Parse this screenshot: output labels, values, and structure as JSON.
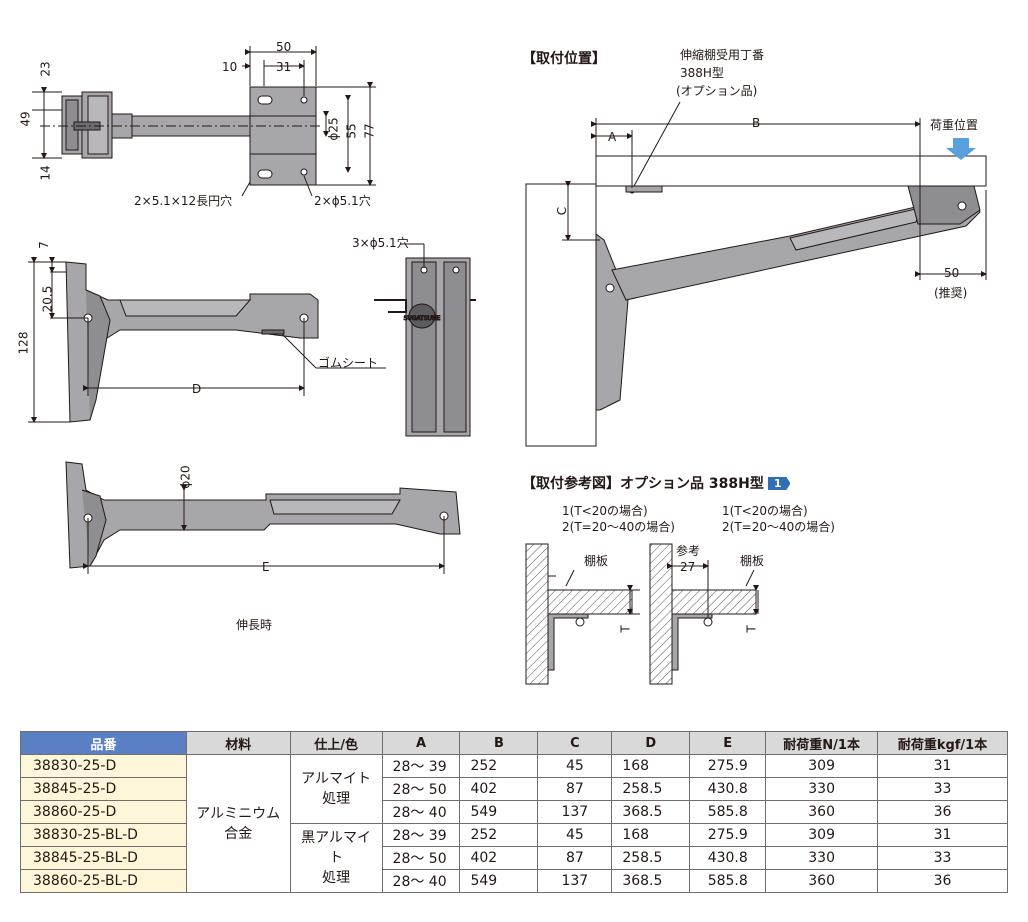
{
  "labels": {
    "mount_position": "【取付位置】",
    "hinge_line1": "伸縮棚受用丁番",
    "hinge_line2": "388H型",
    "hinge_line3": "(オプション品)",
    "load_position": "荷重位置",
    "recommended": "(推奨)",
    "slot_holes": "2×5.1×12長円穴",
    "holes_2": "2×ϕ5.1穴",
    "holes_3": "3×ϕ5.1穴",
    "rubber_sheet": "ゴムシート",
    "extended": "伸長時",
    "ref_title": "【取付参考図】オプション品 388H型",
    "ref_badge": "1",
    "case1_a": "1(T<20の場合)",
    "case2_a": "2(T=20〜40の場合)",
    "case1_b": "1(T<20の場合)",
    "case2_b": "2(T=20〜40の場合)",
    "shelf_a": "棚板",
    "shelf_b": "棚板",
    "reference": "参考",
    "logo": "SUGATSUNE"
  },
  "dims": {
    "d50": "50",
    "d10": "10",
    "d31": "31",
    "d23": "23",
    "d49": "49",
    "d14": "14",
    "d25": "ϕ25",
    "d55": "55",
    "d77": "77",
    "d7": "7",
    "d128": "128",
    "d205": "20.5",
    "D": "D",
    "d20": "ϕ20",
    "E": "E",
    "A": "A",
    "B": "B",
    "C": "C",
    "d50r": "50",
    "T1": "T",
    "T2": "T",
    "d27": "27"
  },
  "table": {
    "headers": [
      "品番",
      "材料",
      "仕上/色",
      "A",
      "B",
      "C",
      "D",
      "E",
      "耐荷重N/1本",
      "耐荷重kgf/1本"
    ],
    "material_line1": "アルミニウム",
    "material_line2": "合金",
    "finish1_line1": "アルマイト",
    "finish1_line2": "処理",
    "finish2_line1": "黒アルマイト",
    "finish2_line2": "処理",
    "rows": [
      {
        "part": "38830-25-D",
        "A": "28〜 39",
        "B": "252",
        "C": "45",
        "D": "168",
        "E": "275.9",
        "N": "309",
        "kgf": "31"
      },
      {
        "part": "38845-25-D",
        "A": "28〜 50",
        "B": "402",
        "C": "87",
        "D": "258.5",
        "E": "430.8",
        "N": "330",
        "kgf": "33"
      },
      {
        "part": "38860-25-D",
        "A": "28〜 40",
        "B": "549",
        "C": "137",
        "D": "368.5",
        "E": "585.8",
        "N": "360",
        "kgf": "36"
      },
      {
        "part": "38830-25-BL-D",
        "A": "28〜 39",
        "B": "252",
        "C": "45",
        "D": "168",
        "E": "275.9",
        "N": "309",
        "kgf": "31"
      },
      {
        "part": "38845-25-BL-D",
        "A": "28〜 50",
        "B": "402",
        "C": "87",
        "D": "258.5",
        "E": "430.8",
        "N": "330",
        "kgf": "33"
      },
      {
        "part": "38860-25-BL-D",
        "A": "28〜 40",
        "B": "549",
        "C": "137",
        "D": "368.5",
        "E": "585.8",
        "N": "360",
        "kgf": "36"
      }
    ]
  },
  "colors": {
    "part_fill": "#a7a6ab",
    "part_dark": "#6e6d72",
    "header_blue": "#5b7fc3",
    "header_gray": "#d9d9d9",
    "part_cell": "#fdf6d8",
    "arrow_blue": "#5aa0dc"
  }
}
